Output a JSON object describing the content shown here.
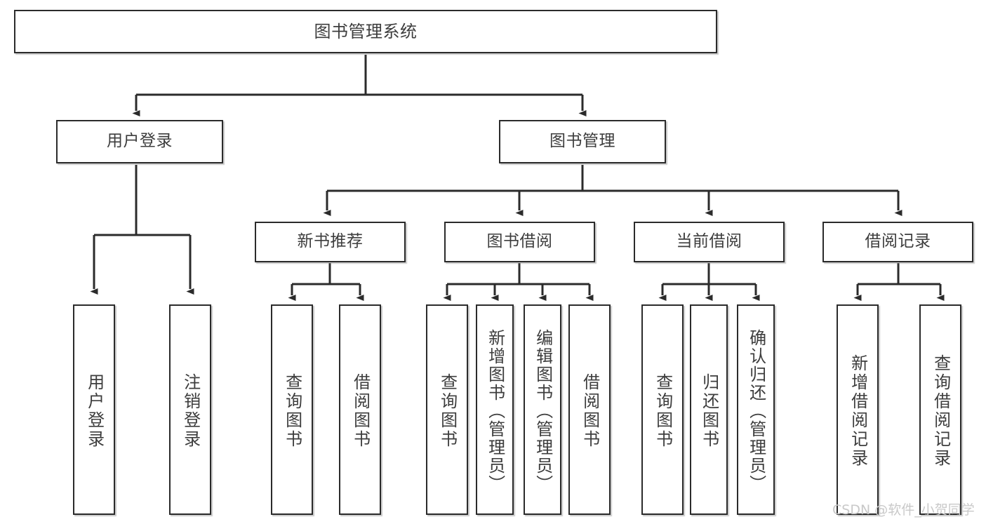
{
  "diagram": {
    "title": "图书管理系统",
    "type": "tree",
    "orientation": "top-down",
    "line_color": "#2b2b2b",
    "box_fill": "#ffffff",
    "text_color": "#3d3d3d",
    "watermark": "CSDN @软件_小贺同学",
    "watermark_color": "#c9c9c9",
    "nodes": {
      "root": {
        "label": "图书管理系统"
      },
      "level2": [
        {
          "label": "用户登录"
        },
        {
          "label": "图书管理"
        }
      ],
      "level3": [
        {
          "label": "新书推荐"
        },
        {
          "label": "图书借阅"
        },
        {
          "label": "当前借阅"
        },
        {
          "label": "借阅记录"
        }
      ],
      "leaves": {
        "user_login": [
          {
            "label": "用户登录"
          },
          {
            "label": "注销登录"
          }
        ],
        "new_book_recommend": [
          {
            "label": "查询图书"
          },
          {
            "label": "借阅图书"
          }
        ],
        "book_borrow": [
          {
            "label": "查询图书"
          },
          {
            "label": "新增图书（管理员）"
          },
          {
            "label": "编辑图书（管理员）"
          },
          {
            "label": "借阅图书"
          }
        ],
        "current_borrow": [
          {
            "label": "查询图书"
          },
          {
            "label": "归还图书"
          },
          {
            "label": "确认归还（管理员）"
          }
        ],
        "borrow_record": [
          {
            "label": "新增借阅记录"
          },
          {
            "label": "查询借阅记录"
          }
        ]
      }
    }
  }
}
